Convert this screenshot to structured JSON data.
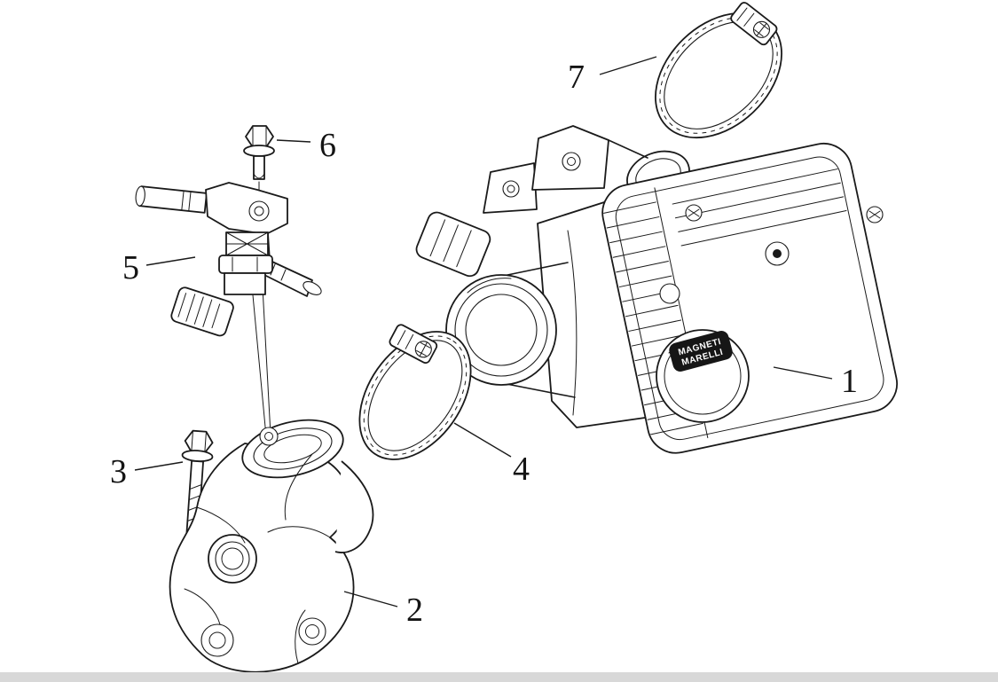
{
  "page": {
    "background_color": "#ffffff",
    "footer_bar_color": "#d8d8d8",
    "line_color": "#1a1a1a"
  },
  "diagram": {
    "type": "exploded-parts-diagram",
    "subject": "Throttle body and intake manifold assembly",
    "brand": {
      "line1": "MAGNETI",
      "line2": "MARELLI"
    },
    "labels": [
      {
        "text": "1",
        "part": "throttle-body-assembly"
      },
      {
        "text": "2",
        "part": "intake-manifold"
      },
      {
        "text": "3",
        "part": "long-hex-bolt"
      },
      {
        "text": "4",
        "part": "lower-hose-clamp"
      },
      {
        "text": "5",
        "part": "fuel-injector-with-rail"
      },
      {
        "text": "6",
        "part": "hex-flange-bolt"
      },
      {
        "text": "7",
        "part": "upper-hose-clamp"
      }
    ]
  }
}
